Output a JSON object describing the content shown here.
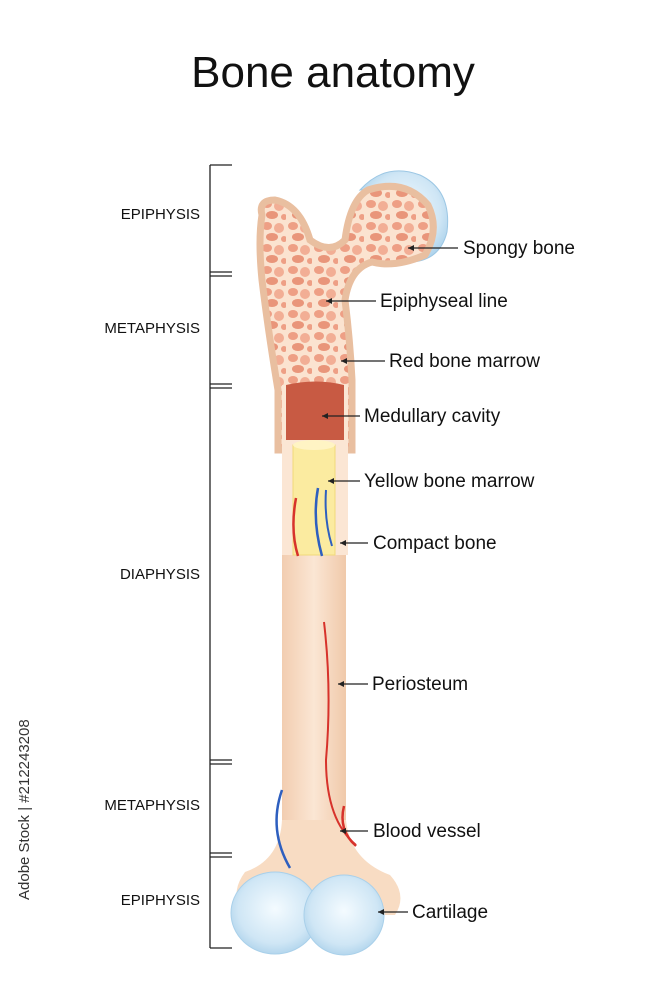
{
  "title": "Bone anatomy",
  "regions": {
    "epiphysis_top": "EPIPHYSIS",
    "metaphysis_top": "METAPHYSIS",
    "diaphysis": "DIAPHYSIS",
    "metaphysis_bottom": "METAPHYSIS",
    "epiphysis_bottom": "EPIPHYSIS"
  },
  "labels": {
    "spongy_bone": "Spongy bone",
    "epiphyseal_line": "Epiphyseal line",
    "red_bone_marrow": "Red bone marrow",
    "medullary_cavity": "Medullary cavity",
    "yellow_bone_marrow": "Yellow bone marrow",
    "compact_bone": "Compact bone",
    "periosteum": "Periosteum",
    "blood_vessel": "Blood vessel",
    "cartilage": "Cartilage"
  },
  "watermark_side": "Adobe Stock | #212243208",
  "colors": {
    "bone": "#f8dcc3",
    "bone_edge": "#e9bfa0",
    "spongy": "#f0a98e",
    "medullary": "#c85a43",
    "yellow_marrow": "#fbeba0",
    "cartilage": "#cfe6f5",
    "artery": "#d7322b",
    "vein": "#2e5fbf"
  }
}
